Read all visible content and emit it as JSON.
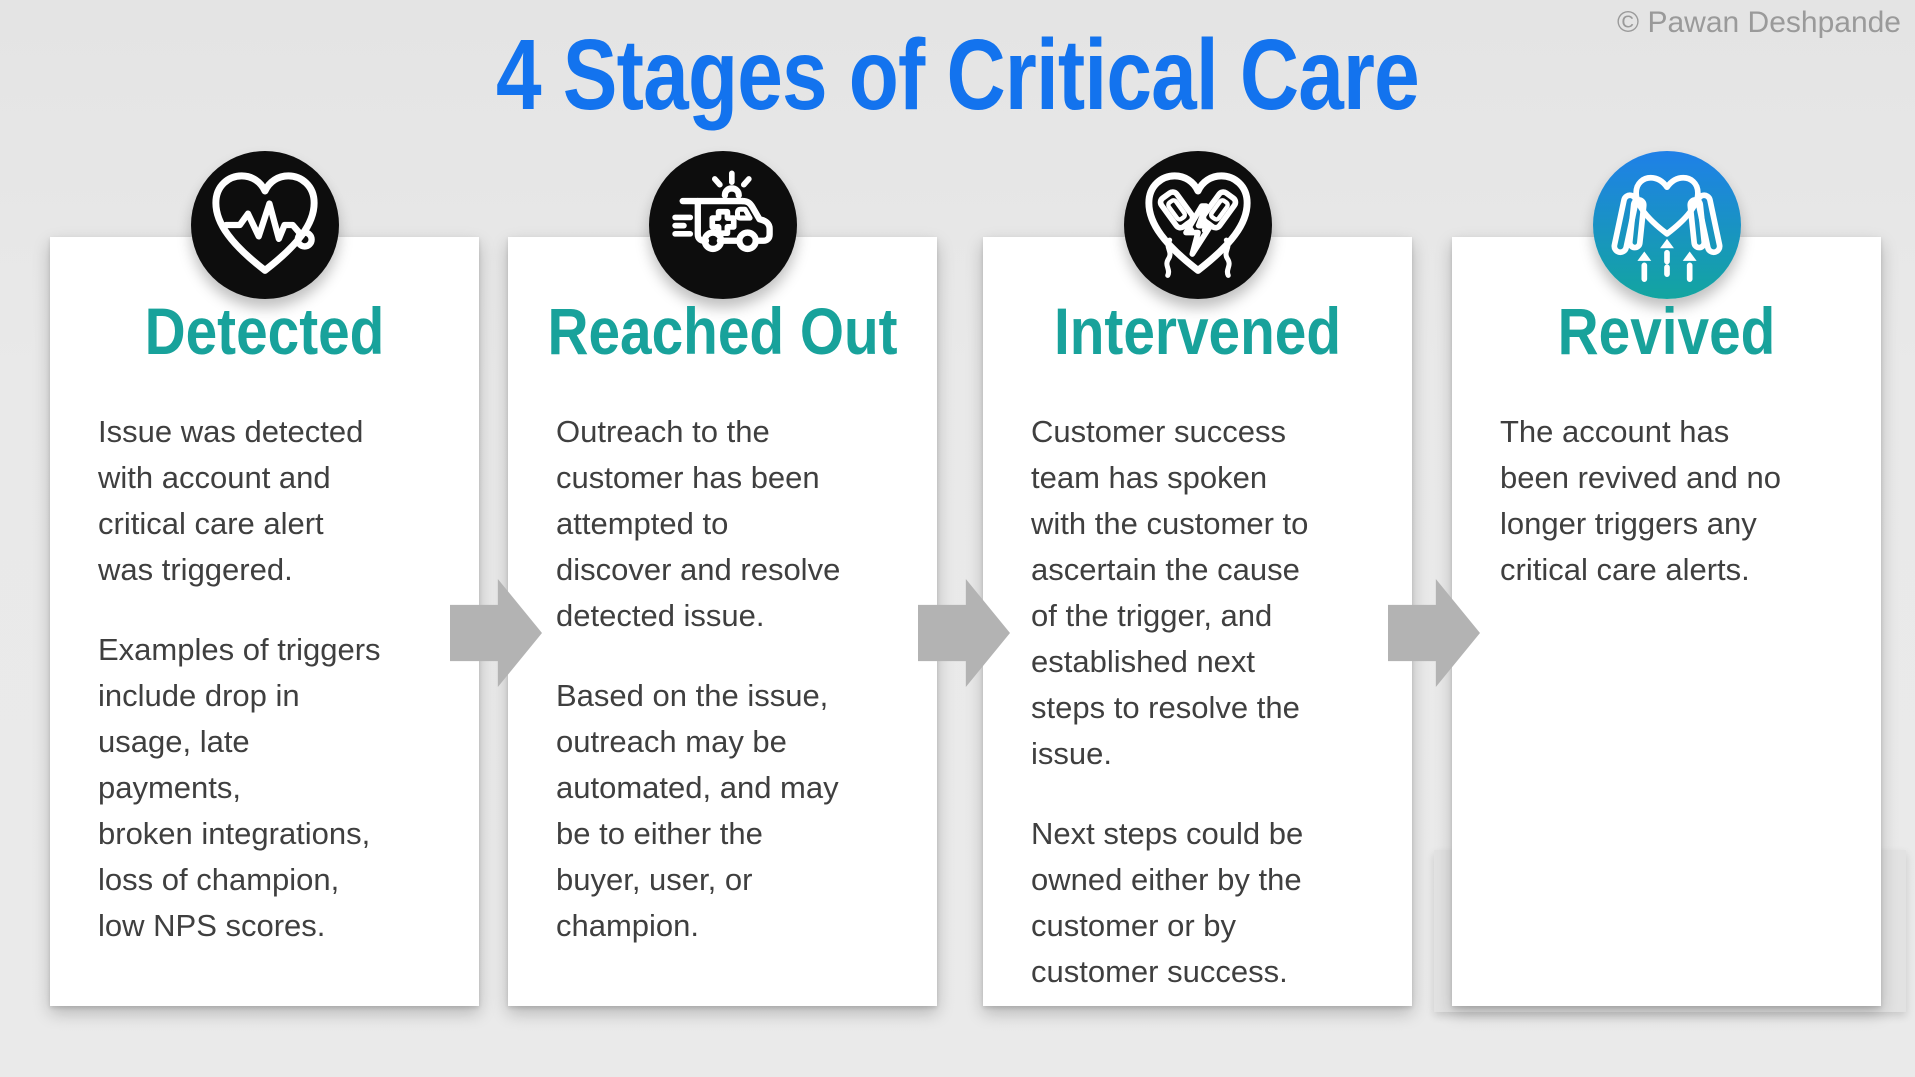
{
  "page": {
    "title": "4 Stages of Critical Care",
    "copyright": "© Pawan Deshpande",
    "colors": {
      "title_blue": "#1373EE",
      "heading_teal": "#18A29B",
      "body_text": "#3F3F3F",
      "page_background": "#E8E8E8",
      "card_background": "#FFFFFF",
      "arrow_gray": "#B3B3B3",
      "icon_black": "#0D0D0D",
      "icon_gradient_top": "#1F80E8",
      "icon_gradient_bottom": "#13A5A0",
      "copyright_gray": "#9A9A9A"
    },
    "arrow_icon": "arrow-right-icon"
  },
  "stages": [
    {
      "title": "Detected",
      "icon": "heart-pulse-icon",
      "paragraphs": [
        "Issue was detected\nwith account and\ncritical care alert\nwas triggered.",
        "Examples of triggers\ninclude drop in\nusage, late\npayments,\nbroken integrations,\nloss of champion,\nlow NPS scores."
      ]
    },
    {
      "title": "Reached Out",
      "icon": "ambulance-icon",
      "paragraphs": [
        "Outreach to the\ncustomer has been\nattempted to\ndiscover and resolve\ndetected issue.",
        "Based on the issue,\noutreach may be\nautomated, and may\nbe to either the\nbuyer, user, or\nchampion."
      ]
    },
    {
      "title": "Intervened",
      "icon": "defibrillator-heart-icon",
      "paragraphs": [
        "Customer success\nteam has spoken\nwith the customer to\nascertain the cause\nof the trigger, and\nestablished next\nsteps to resolve the\nissue.",
        "Next steps could be\nowned either by the\ncustomer or by\ncustomer success."
      ]
    },
    {
      "title": "Revived",
      "icon": "heart-hands-revival-icon",
      "paragraphs": [
        "The account has\nbeen revived and no\nlonger triggers any\ncritical care alerts."
      ]
    }
  ]
}
